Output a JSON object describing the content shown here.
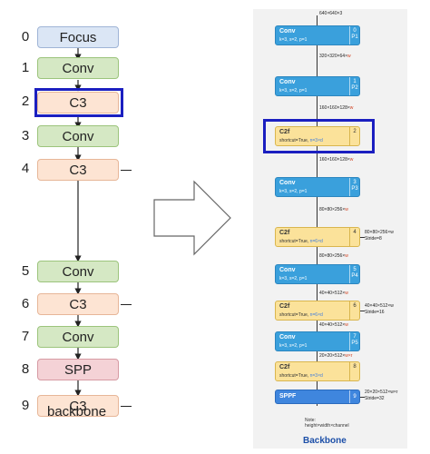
{
  "left": {
    "layers": [
      {
        "index": "0",
        "label": "Focus"
      },
      {
        "index": "1",
        "label": "Conv"
      },
      {
        "index": "2",
        "label": "C3"
      },
      {
        "index": "3",
        "label": "Conv"
      },
      {
        "index": "4",
        "label": "C3"
      },
      {
        "index": "5",
        "label": "Conv"
      },
      {
        "index": "6",
        "label": "C3"
      },
      {
        "index": "7",
        "label": "Conv"
      },
      {
        "index": "8",
        "label": "SPP"
      },
      {
        "index": "9",
        "label": "C3"
      }
    ],
    "caption": "backbone"
  },
  "right": {
    "input_label": "640×640×3",
    "layers": [
      {
        "name": "Conv",
        "params": "k=3, s=2, p=1",
        "index": "0",
        "tag": "P1"
      },
      {
        "name": "Conv",
        "params": "k=3, s=2, p=1",
        "index": "1",
        "tag": "P2"
      },
      {
        "name": "C2f",
        "params_a": "shortcut=True, ",
        "params_b": "n=3×d",
        "index": "2"
      },
      {
        "name": "Conv",
        "params": "k=3, s=2, p=1",
        "index": "3",
        "tag": "P3"
      },
      {
        "name": "C2f",
        "params_a": "shortcut=True, ",
        "params_b": "n=6×d",
        "index": "4"
      },
      {
        "name": "Conv",
        "params": "k=3, s=2, p=1",
        "index": "5",
        "tag": "P4"
      },
      {
        "name": "C2f",
        "params_a": "shortcut=True, ",
        "params_b": "n=6×d",
        "index": "6"
      },
      {
        "name": "Conv",
        "params": "k=3, s=2, p=1",
        "index": "7",
        "tag": "P5"
      },
      {
        "name": "C2f",
        "params_a": "shortcut=True, ",
        "params_b": "n=3×d",
        "index": "8"
      },
      {
        "name": "SPPF",
        "index": "9"
      }
    ],
    "flow_labels": [
      {
        "text": "320×320×64×",
        "unit": "w"
      },
      {
        "text": "160×160×128×",
        "unit": "w"
      },
      {
        "text": "160×160×128×",
        "unit": "w"
      },
      {
        "text": "80×80×256×",
        "unit": "w"
      },
      {
        "text": "80×80×256×",
        "unit": "w"
      },
      {
        "text": "40×40×512×",
        "unit": "w"
      },
      {
        "text": "40×40×512×",
        "unit": "w"
      },
      {
        "text": "20×20×512×",
        "unit": "w×r"
      }
    ],
    "side_outputs": [
      {
        "size": "80×80×256×w",
        "stride": "Stride=8"
      },
      {
        "size": "40×40×512×w",
        "stride": "Stride=16"
      },
      {
        "size": "20×20×512×w×r",
        "stride": "Stride=32"
      }
    ],
    "note_title": "Note:",
    "note_text": "height×width×channel",
    "title": "Backbone"
  }
}
